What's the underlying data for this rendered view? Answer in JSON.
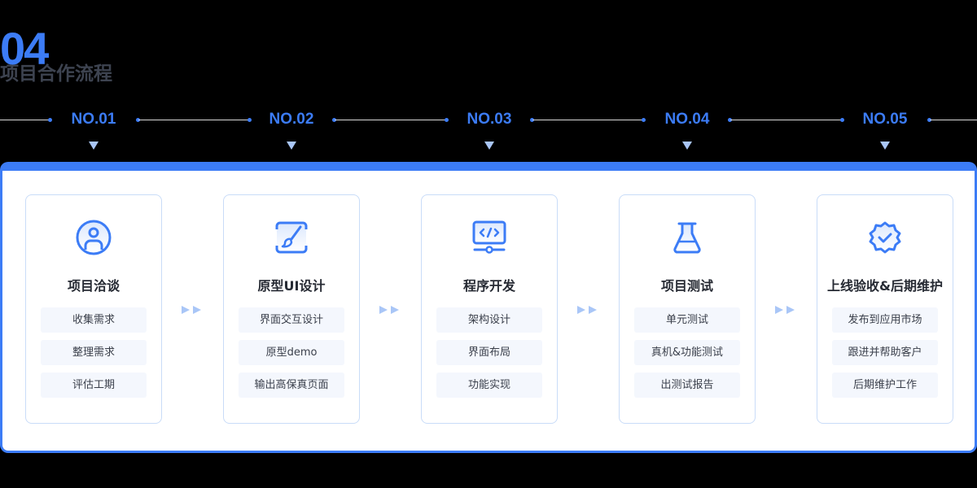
{
  "section": {
    "number": "04",
    "title": "项目合作流程"
  },
  "colors": {
    "accent": "#3c7cf6",
    "light_accent": "#a9c6f7",
    "chip_bg": "#f4f7fd",
    "card_border": "#c9dcf8"
  },
  "timeline": {
    "steps": [
      {
        "label": "NO.01"
      },
      {
        "label": "NO.02"
      },
      {
        "label": "NO.03"
      },
      {
        "label": "NO.04"
      },
      {
        "label": "NO.05"
      }
    ]
  },
  "cards": [
    {
      "icon": "user-circle-icon",
      "title": "项目洽谈",
      "items": [
        "收集需求",
        "整理需求",
        "评估工期"
      ]
    },
    {
      "icon": "paintbrush-icon",
      "title": "原型UI设计",
      "items": [
        "界面交互设计",
        "原型demo",
        "输出高保真页面"
      ]
    },
    {
      "icon": "code-monitor-icon",
      "title": "程序开发",
      "items": [
        "架构设计",
        "界面布局",
        "功能实现"
      ]
    },
    {
      "icon": "flask-icon",
      "title": "项目测试",
      "items": [
        "单元测试",
        "真机&功能测试",
        "出测试报告"
      ]
    },
    {
      "icon": "verified-badge-icon",
      "title": "上线验收&后期维护",
      "items": [
        "发布到应用市场",
        "跟进并帮助客户",
        "后期维护工作"
      ]
    }
  ]
}
